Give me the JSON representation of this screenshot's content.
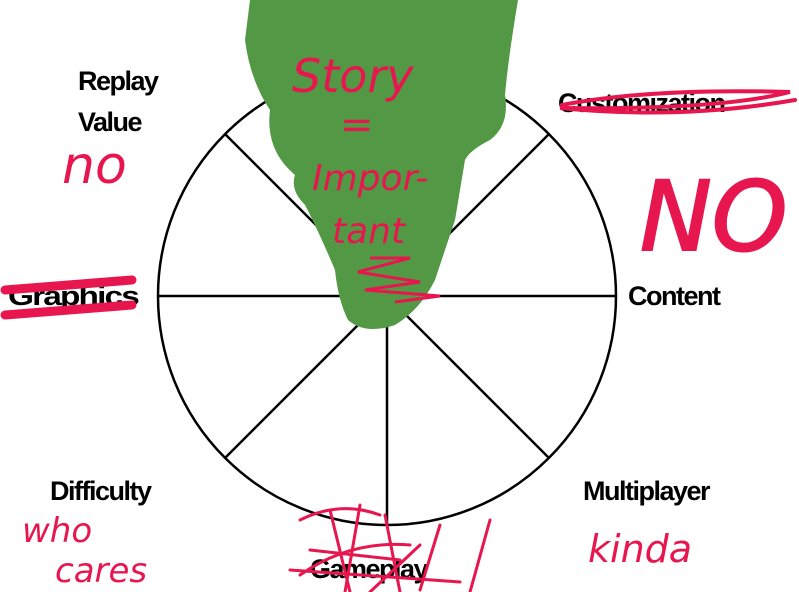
{
  "diagram": {
    "segments": [
      "Customization",
      "Content",
      "Multiplayer",
      "Gameplay",
      "Difficulty",
      "Graphics",
      "Replay Value"
    ],
    "labels": {
      "replay_value_line1": "Replay",
      "replay_value_line2": "Value",
      "customization": "Customization",
      "graphics": "Graphics",
      "content": "Content",
      "multiplayer": "Multiplayer",
      "gameplay": "Gameplay",
      "difficulty": "Difficulty"
    },
    "crossed_out": [
      "Customization",
      "Graphics",
      "Gameplay"
    ],
    "annotations": {
      "story_line1": "Story",
      "story_line2": "=",
      "story_line3": "Impor-",
      "story_line4": "tant",
      "replay_value": "no",
      "content": "NO",
      "difficulty_line1": "who",
      "difficulty_line2": "cares",
      "multiplayer": "kinda"
    },
    "colors": {
      "highlight": "#539945",
      "ink": "#e8164f",
      "lines": "#000000"
    }
  }
}
